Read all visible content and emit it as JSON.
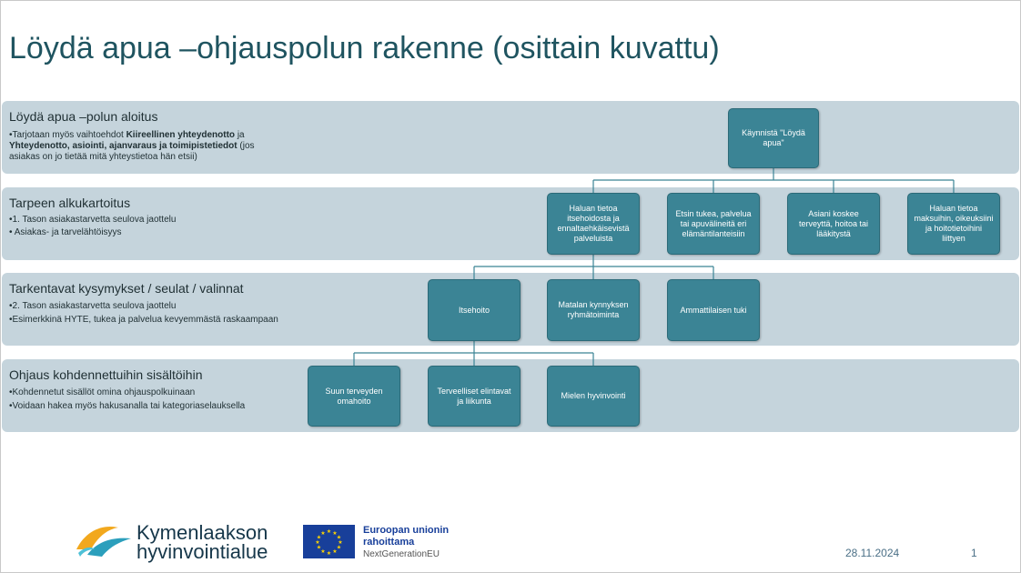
{
  "title": "Löydä apua –ohjauspolun rakenne (osittain kuvattu)",
  "bands": [
    {
      "heading": "Löydä apua –polun aloitus",
      "bullets": []
    },
    {
      "heading": "Tarpeen alkukartoitus",
      "bullets": [
        "•1. Tason asiakastarvetta seulova jaottelu",
        "• Asiakas- ja tarvelähtöisyys"
      ]
    },
    {
      "heading": "Tarkentavat kysymykset / seulat / valinnat",
      "bullets": [
        "•2. Tason asiakastarvetta seulova jaottelu",
        "•Esimerkkinä HYTE, tukea ja palvelua kevyemmästä raskaampaan"
      ]
    },
    {
      "heading": "Ohjaus kohdennettuihin sisältöihin",
      "bullets": [
        "•Kohdennetut sisällöt omina ohjauspolkuinaan",
        "•Voidaan hakea myös hakusanalla tai kategoriaselauksella"
      ]
    }
  ],
  "band1_rich": {
    "p1": "•Tarjotaan myös vaihtoehdot ",
    "b1": "Kiireellinen yhteydenotto",
    "p2": " ja",
    "b2": "Yhteydenotto, asiointi, ajanvaraus ja toimipistetiedot",
    "p3": " (jos",
    "p4": "asiakas on jo tietää mitä yhteystietoa hän etsii)"
  },
  "nodes": {
    "start": "Käynnistä \"Löydä apua\"",
    "level1": [
      "Haluan tietoa itsehoidosta ja ennaltaehkäisevistä palveluista",
      "Etsin tukea, palvelua tai apuvälineitä eri elämäntilanteisiin",
      "Asiani koskee terveyttä, hoitoa tai lääkitystä",
      "Haluan tietoa maksuihin, oikeuksiini ja hoitotietoihini liittyen"
    ],
    "level2": [
      "Itsehoito",
      "Matalan kynnyksen ryhmätoiminta",
      "Ammattilaisen tuki"
    ],
    "level3": [
      "Suun terveyden omahoito",
      "Terveelliset elintavat ja liikunta",
      "Mielen hyvinvointi"
    ]
  },
  "footer": {
    "logo_line1": "Kymenlaakson",
    "logo_line2": "hyvinvointialue",
    "eu_line1": "Euroopan unionin",
    "eu_line2": "rahoittama",
    "eu_line3": "NextGenerationEU",
    "date": "28.11.2024",
    "page": "1"
  },
  "colors": {
    "title": "#1f5460",
    "band": "#c5d4dc",
    "box": "#3b8495",
    "connector": "#3b8495",
    "eu_blue": "#183f9a",
    "eu_star": "#ffd500"
  }
}
